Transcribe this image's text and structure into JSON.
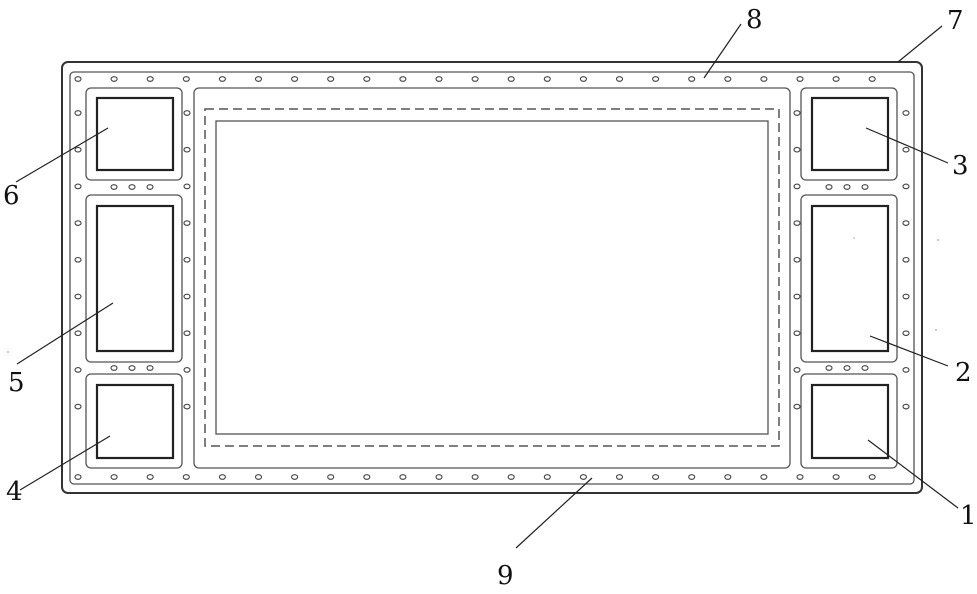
{
  "callouts": [
    {
      "id": "1",
      "label": "1"
    },
    {
      "id": "2",
      "label": "2"
    },
    {
      "id": "3",
      "label": "3"
    },
    {
      "id": "4",
      "label": "4"
    },
    {
      "id": "5",
      "label": "5"
    },
    {
      "id": "6",
      "label": "6"
    },
    {
      "id": "7",
      "label": "7"
    },
    {
      "id": "8",
      "label": "8"
    },
    {
      "id": "9",
      "label": "9"
    }
  ],
  "colors": {
    "line": "#333333",
    "background": "#ffffff"
  }
}
